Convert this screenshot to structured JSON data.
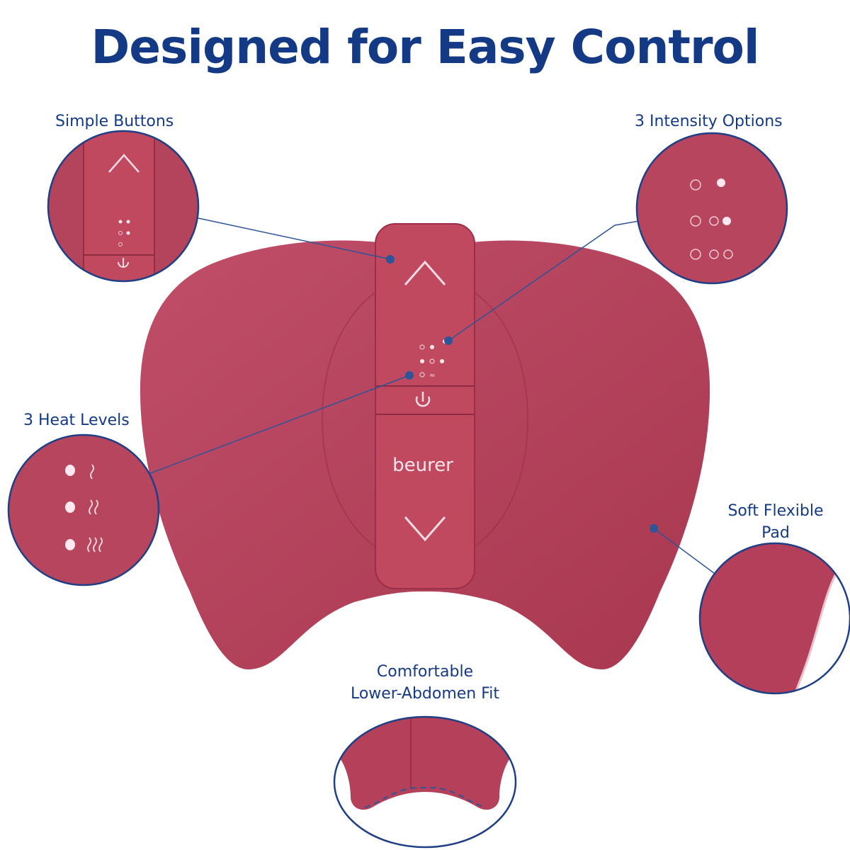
{
  "title": "Designed for Easy Control",
  "callouts": {
    "simple_buttons": "Simple Buttons",
    "intensity_options": "3 Intensity Options",
    "heat_levels": "3 Heat Levels",
    "soft_pad_line1": "Soft Flexible",
    "soft_pad_line2": "Pad",
    "fit_line1": "Comfortable",
    "fit_line2": "Lower-Abdomen Fit"
  },
  "device": {
    "brand": "beurer",
    "up_icon": "chevron-up-icon",
    "down_icon": "chevron-down-icon",
    "power_icon": "power-icon",
    "heat_icon": "heat-wave-icon"
  },
  "colors": {
    "title": "#143a86",
    "pad": "#b8445f",
    "pad_dark": "#a33751",
    "leader_line": "#2d5597",
    "zoom_ring": "#1f3f86"
  }
}
